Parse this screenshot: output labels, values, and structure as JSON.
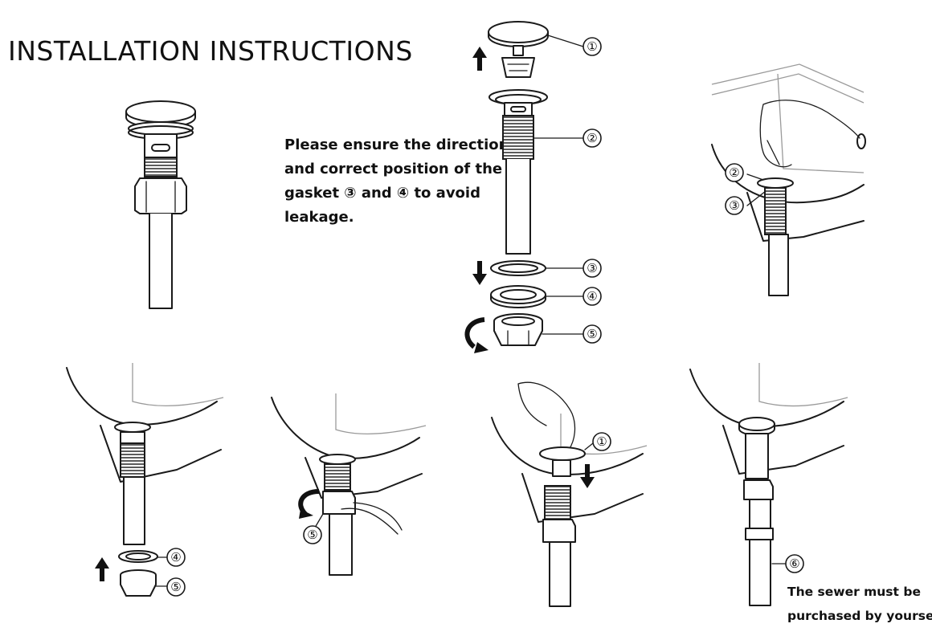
{
  "title": "INSTALLATION INSTRUCTIONS",
  "note": {
    "lines": [
      "Please ensure the direction",
      "and correct position of the",
      "gasket ③ and ④ to avoid",
      "leakage."
    ]
  },
  "callouts": {
    "c1": "①",
    "c2": "②",
    "c3": "③",
    "c4": "④",
    "c5": "⑤",
    "c6": "⑥"
  },
  "sewer_note": {
    "lines": [
      "The sewer must be",
      "purchased by yourself."
    ]
  }
}
